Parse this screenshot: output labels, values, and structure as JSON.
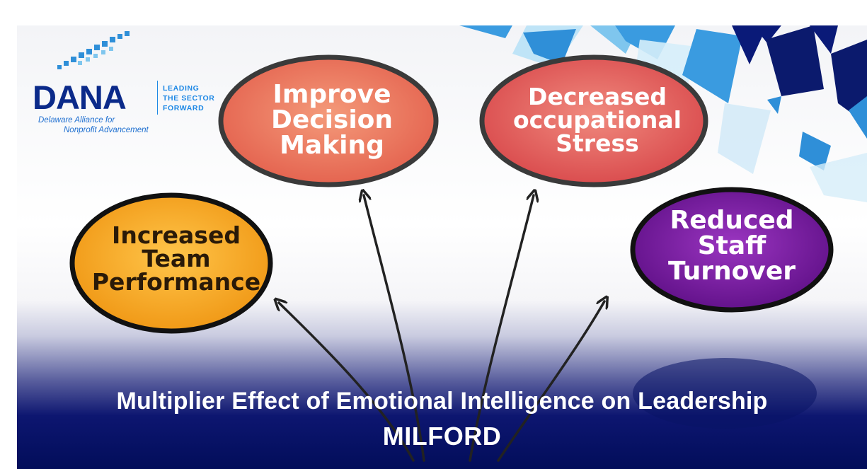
{
  "logo": {
    "name": "DANA",
    "tagline": [
      "LEADING",
      "THE SECTOR",
      "FORWARD"
    ],
    "subtitle_line1": "Delaware Alliance for",
    "subtitle_line2": "Nonprofit Advancement"
  },
  "bubbles": {
    "team": [
      "Increased",
      "Team",
      "Performance"
    ],
    "decision": [
      "Improve",
      "Decision",
      "Making"
    ],
    "stress": [
      "Decreased",
      "occupational",
      "Stress"
    ],
    "turnover": [
      "Reduced",
      "Staff",
      "Turnover"
    ]
  },
  "caption": {
    "title": "Multiplier Effect of Emotional Intelligence on Leadership",
    "location": "MILFORD"
  },
  "colors": {
    "navy": "#020d5a",
    "brand_blue": "#0b2a8a",
    "accent_blue": "#1e88e5",
    "team_bubble": "#f5a623",
    "decision_bubble": "#e8715a",
    "stress_bubble": "#e05a58",
    "turnover_bubble": "#7a1aa0"
  }
}
